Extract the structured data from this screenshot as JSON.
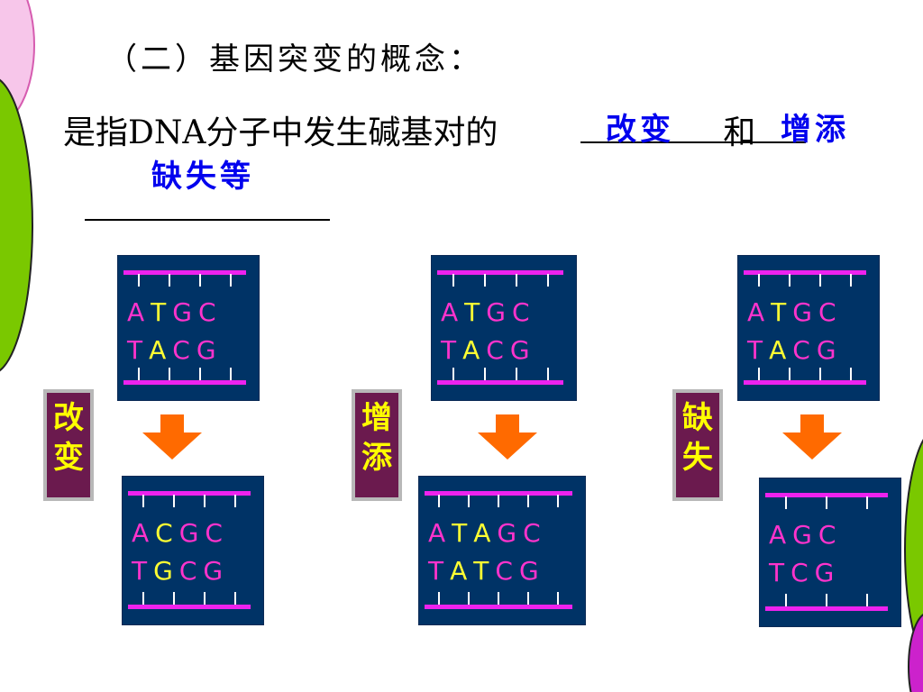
{
  "heading": "（二）基因突变的概念：",
  "definition_text": "是指DNA分子中发生碱基对的",
  "definition_tail": "和",
  "answers": [
    "改变",
    "增添",
    "缺失等"
  ],
  "colors": {
    "base_colors": {
      "A": "#ff33cc",
      "T": "#ff33cc",
      "G": "#ff33cc",
      "C": "#ff33cc"
    },
    "highlight": "#ffff33",
    "box": "#003366",
    "strand": "#ee22ee",
    "label_bg": "#6b1a4e",
    "label_text": "#ffff00",
    "arrow": "#ff6a00",
    "answer_text": "#0000ee"
  },
  "examples": [
    {
      "label": "改变",
      "before": {
        "top": [
          "A",
          "T",
          "G",
          "C"
        ],
        "bottom": [
          "T",
          "A",
          "C",
          "G"
        ],
        "highlight": [
          1
        ]
      },
      "after": {
        "top": [
          "A",
          "C",
          "G",
          "C"
        ],
        "bottom": [
          "T",
          "G",
          "C",
          "G"
        ],
        "highlight": [
          1
        ]
      }
    },
    {
      "label": "增添",
      "before": {
        "top": [
          "A",
          "T",
          "G",
          "C"
        ],
        "bottom": [
          "T",
          "A",
          "C",
          "G"
        ],
        "highlight": [
          1
        ]
      },
      "after": {
        "top": [
          "A",
          "T",
          "A",
          "G",
          "C"
        ],
        "bottom": [
          "T",
          "A",
          "T",
          "C",
          "G"
        ],
        "highlight": [
          1,
          2
        ]
      }
    },
    {
      "label": "缺失",
      "before": {
        "top": [
          "A",
          "T",
          "G",
          "C"
        ],
        "bottom": [
          "T",
          "A",
          "C",
          "G"
        ],
        "highlight": [
          1
        ]
      },
      "after": {
        "top": [
          "A",
          "G",
          "C"
        ],
        "bottom": [
          "T",
          "C",
          "G"
        ],
        "highlight": []
      }
    }
  ]
}
